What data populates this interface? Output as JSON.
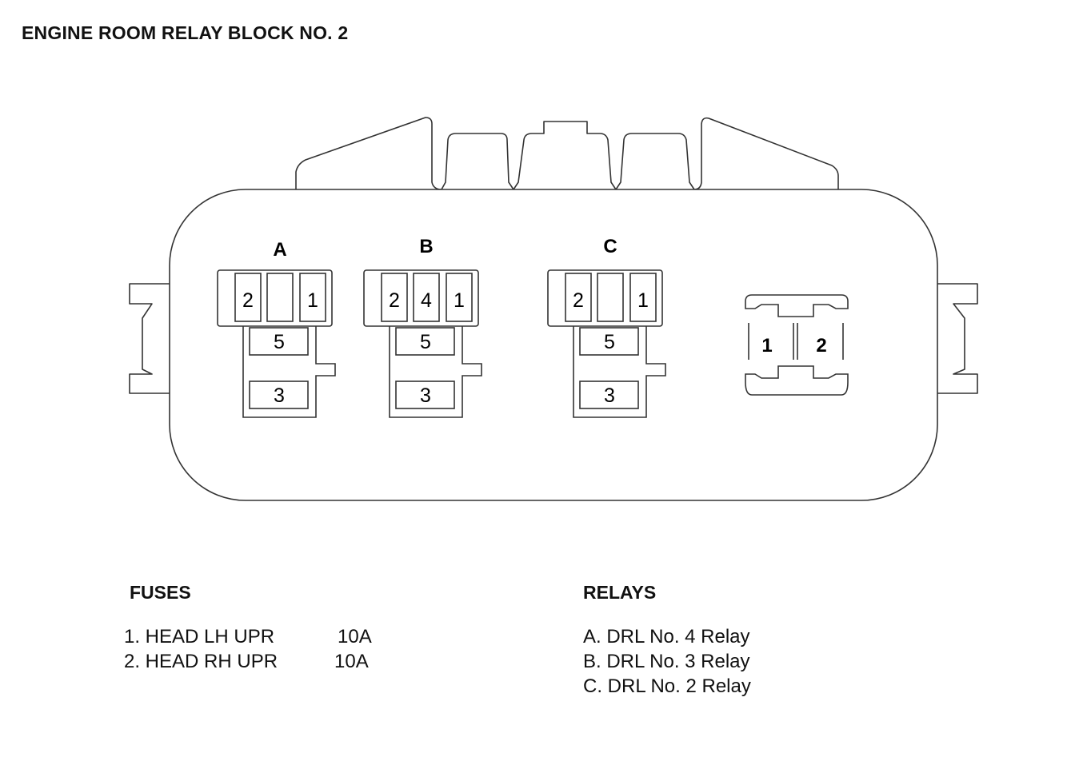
{
  "title": "ENGINE ROOM RELAY BLOCK NO. 2",
  "relays": [
    {
      "letter": "A",
      "pins": [
        "2",
        "",
        "1"
      ],
      "lower": [
        "5",
        "3"
      ]
    },
    {
      "letter": "B",
      "pins": [
        "2",
        "4",
        "1"
      ],
      "lower": [
        "5",
        "3"
      ]
    },
    {
      "letter": "C",
      "pins": [
        "2",
        "",
        "1"
      ],
      "lower": [
        "5",
        "3"
      ]
    }
  ],
  "fuse_socket": {
    "left": "1",
    "right": "2"
  },
  "fuses_heading": "FUSES",
  "fuses": [
    {
      "label": "1. HEAD LH UPR",
      "amps": "10A"
    },
    {
      "label": "2. HEAD RH UPR",
      "amps": "10A"
    }
  ],
  "relays_heading": "RELAYS",
  "relay_list": [
    "A. DRL No. 4 Relay",
    "B. DRL No. 3 Relay",
    "C. DRL No. 2 Relay"
  ]
}
